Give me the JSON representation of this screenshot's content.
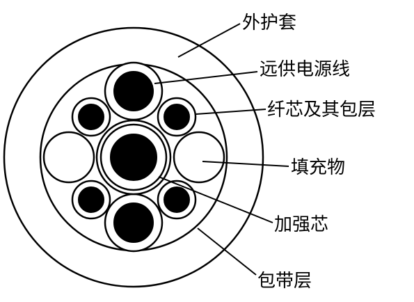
{
  "labels": {
    "outer_sheath": "外护套",
    "power_wire": "远供电源线",
    "fiber_core": "纤芯及其包层",
    "filler": "填充物",
    "strength_member": "加强芯",
    "binding_tape": "包带层"
  },
  "colors": {
    "line": "#000000",
    "background": "#ffffff"
  }
}
